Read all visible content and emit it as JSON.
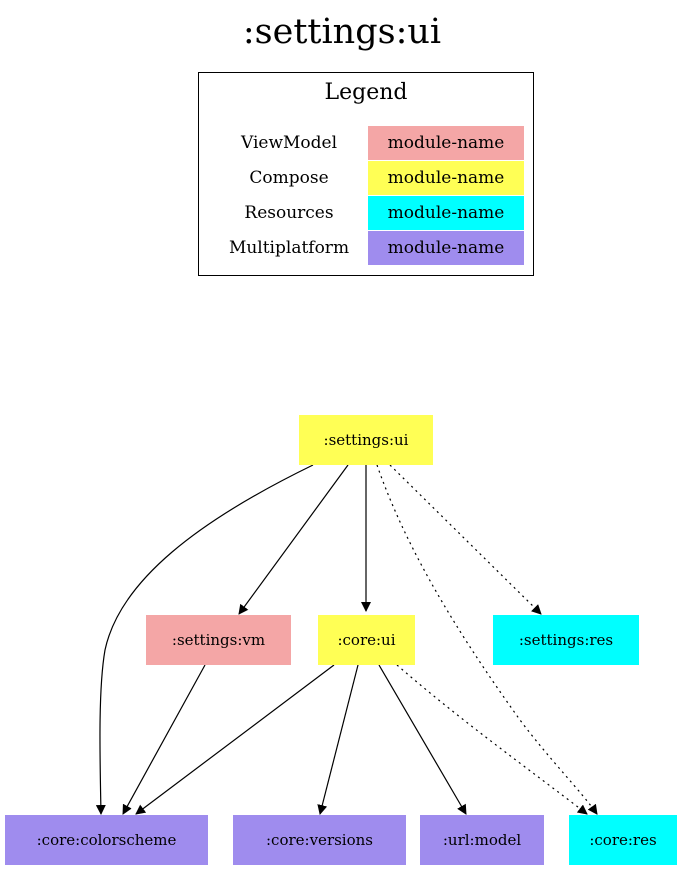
{
  "title": ":settings:ui",
  "legend": {
    "title": "Legend",
    "swatch_label": "module-name",
    "items": [
      {
        "label": "ViewModel",
        "color": "#f4a6a6"
      },
      {
        "label": "Compose",
        "color": "#ffff55"
      },
      {
        "label": "Resources",
        "color": "#00ffff"
      },
      {
        "label": "Multiplatform",
        "color": "#9f8cee"
      }
    ]
  },
  "colors": {
    "viewmodel": "#f4a6a6",
    "compose": "#ffff55",
    "resources": "#00ffff",
    "multiplatform": "#9f8cee"
  },
  "nodes": {
    "settings_ui": ":settings:ui",
    "settings_vm": ":settings:vm",
    "core_ui": ":core:ui",
    "settings_res": ":settings:res",
    "core_colorscheme": ":core:colorscheme",
    "core_versions": ":core:versions",
    "url_model": ":url:model",
    "core_res": ":core:res"
  },
  "edges": [
    {
      "from": "settings_ui",
      "to": "core_colorscheme",
      "style": "solid"
    },
    {
      "from": "settings_ui",
      "to": "settings_vm",
      "style": "solid"
    },
    {
      "from": "settings_ui",
      "to": "core_ui",
      "style": "solid"
    },
    {
      "from": "settings_ui",
      "to": "core_res",
      "style": "dotted"
    },
    {
      "from": "settings_ui",
      "to": "settings_res",
      "style": "dotted"
    },
    {
      "from": "settings_vm",
      "to": "core_colorscheme",
      "style": "solid"
    },
    {
      "from": "core_ui",
      "to": "core_colorscheme",
      "style": "solid"
    },
    {
      "from": "core_ui",
      "to": "core_versions",
      "style": "solid"
    },
    {
      "from": "core_ui",
      "to": "url_model",
      "style": "solid"
    },
    {
      "from": "core_ui",
      "to": "core_res",
      "style": "dotted"
    }
  ]
}
